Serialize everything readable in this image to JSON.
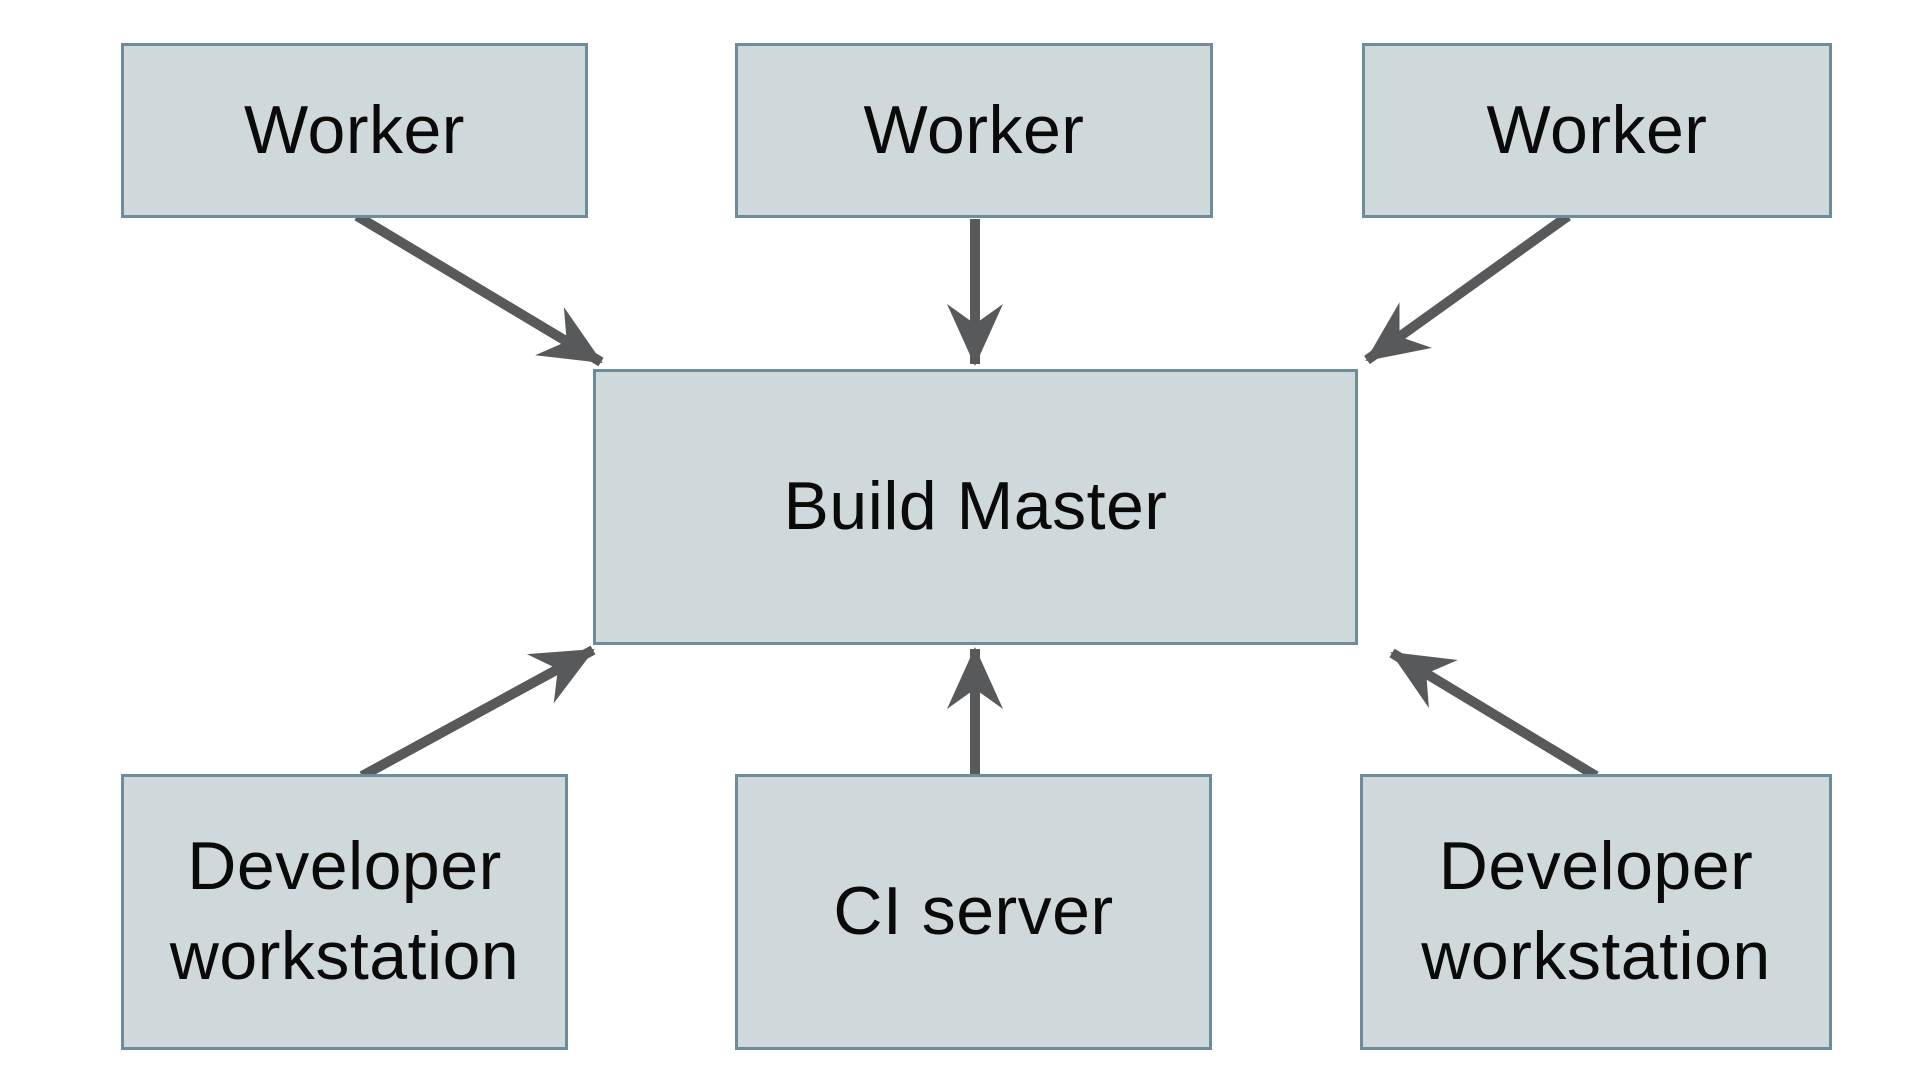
{
  "nodes": {
    "worker_left": {
      "label": "Worker"
    },
    "worker_center": {
      "label": "Worker"
    },
    "worker_right": {
      "label": "Worker"
    },
    "build_master": {
      "label": "Build Master"
    },
    "dev_left": {
      "label": "Developer workstation"
    },
    "ci_server": {
      "label": "CI server"
    },
    "dev_right": {
      "label": "Developer workstation"
    }
  },
  "edges": [
    {
      "from": "worker_left",
      "to": "build_master"
    },
    {
      "from": "worker_center",
      "to": "build_master"
    },
    {
      "from": "worker_right",
      "to": "build_master"
    },
    {
      "from": "dev_left",
      "to": "build_master"
    },
    {
      "from": "ci_server",
      "to": "build_master"
    },
    {
      "from": "dev_right",
      "to": "build_master"
    }
  ],
  "colors": {
    "background": "#ffffff",
    "node_fill": "#cfd8da",
    "node_border": "#6e8c99",
    "arrow": "#58595b",
    "text": "#0a0a0a"
  }
}
